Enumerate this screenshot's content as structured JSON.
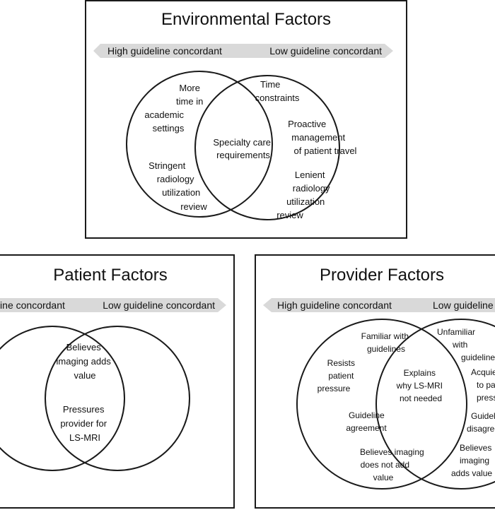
{
  "colors": {
    "arrow_fill": "#d9d9d9",
    "outline": "#1a1a1a"
  },
  "environmental": {
    "title": "Environmental Factors",
    "arrow_left": "High guideline concordant",
    "arrow_right": "Low guideline concordant",
    "left_items": [
      [
        "More",
        "time in",
        "academic",
        "settings"
      ],
      [
        "Stringent",
        "radiology",
        "utilization",
        "review"
      ]
    ],
    "center_items": [
      [
        "Specialty care",
        "requirements"
      ]
    ],
    "right_items": [
      [
        "Time",
        "constraints"
      ],
      [
        "Proactive",
        "management",
        "of patient travel"
      ],
      [
        "Lenient",
        "radiology",
        "utilization",
        "review"
      ]
    ]
  },
  "patient": {
    "title": "Patient Factors",
    "arrow_left": "High guideline concordant",
    "arrow_right": "Low guideline concordant",
    "center_items": [
      [
        "Believes",
        "imaging adds",
        "value"
      ],
      [
        "Pressures",
        "provider for",
        "LS-MRI"
      ]
    ]
  },
  "provider": {
    "title": "Provider Factors",
    "arrow_left": "High guideline concordant",
    "arrow_right": "Low guideline concordant",
    "left_items": [
      [
        "Familiar with",
        "guidelines"
      ],
      [
        "Resists",
        "patient",
        "pressure"
      ],
      [
        "Guideline",
        "agreement"
      ],
      [
        "Believes imaging",
        "does not add",
        "value"
      ]
    ],
    "center_items": [
      [
        "Explains",
        "why LS-MRI",
        "not needed"
      ]
    ],
    "right_items": [
      [
        "Unfamiliar",
        "with",
        "guidelines"
      ],
      [
        "Acquiesces",
        "to patient",
        "pressure"
      ],
      [
        "Guideline",
        "disagreement"
      ],
      [
        "Believes",
        "imaging",
        "adds value"
      ]
    ]
  }
}
